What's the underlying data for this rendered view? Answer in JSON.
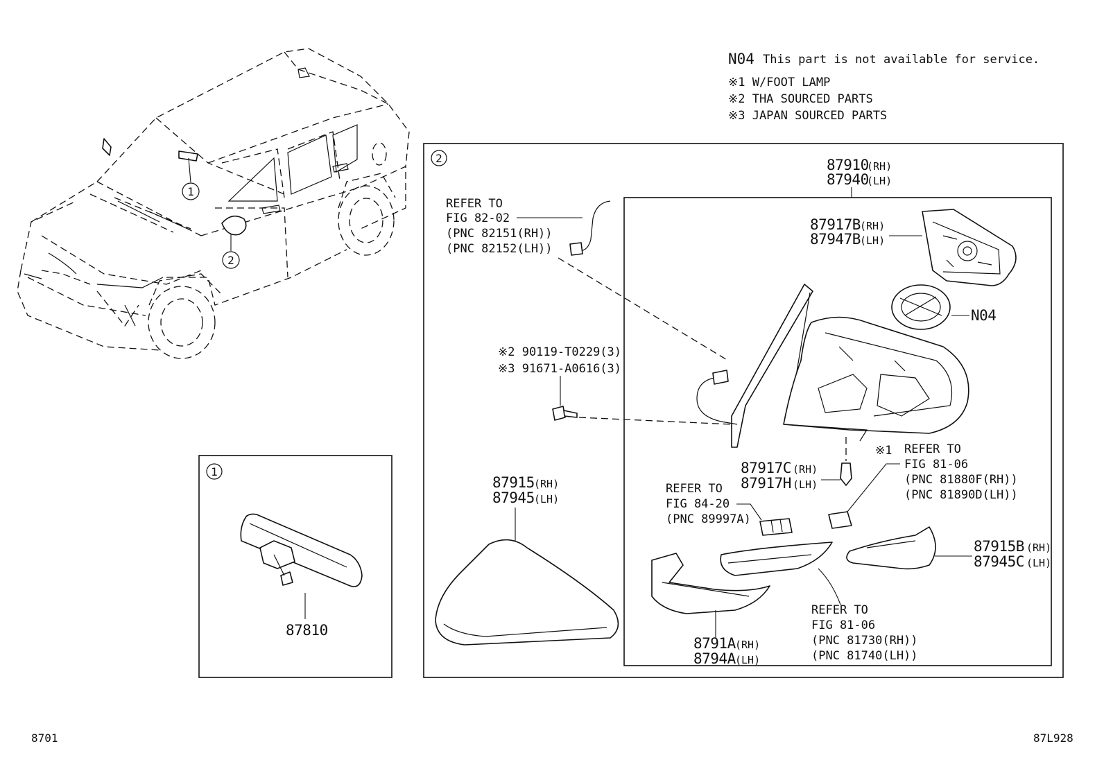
{
  "notes": {
    "n04_code": "N04",
    "n04_text": "This part is not available for service.",
    "foot_lamp": "※1 W/FOOT LAMP",
    "tha": "※2 THA SOURCED PARTS",
    "japan": "※3 JAPAN SOURCED PARTS"
  },
  "callouts": {
    "one": "1",
    "two": "2"
  },
  "inner_mirror": {
    "part_number": "87810"
  },
  "mirror_assembly": {
    "rh": "87910",
    "rh_sfx": "(RH)",
    "lh": "87940",
    "lh_sfx": "(LH)"
  },
  "cover_rear": {
    "rh": "87917B",
    "rh_sfx": "(RH)",
    "lh": "87947B",
    "lh_sfx": "(LH)"
  },
  "actuator": {
    "code": "N04"
  },
  "harness_ref": {
    "line1": "REFER TO",
    "line2": "FIG 82-02",
    "line3": "(PNC 82151(RH))",
    "line4": "(PNC 82152(LH))"
  },
  "screw": {
    "a": "※2 90119-T0229(3)",
    "b": "※3 91671-A0616(3)"
  },
  "screw_small": {
    "rh": "87917C",
    "rh_sfx": "(RH)",
    "lh": "87917H",
    "lh_sfx": "(LH)"
  },
  "foot_lamp_ref": {
    "mark": "※1",
    "line1": "REFER TO",
    "line2": "FIG 81-06",
    "line3": "(PNC 81880F(RH))",
    "line4": "(PNC 81890D(LH))"
  },
  "mirror_cover": {
    "rh": "87915",
    "rh_sfx": "(RH)",
    "lh": "87945",
    "lh_sfx": "(LH)"
  },
  "sensor_ref": {
    "line1": "REFER TO",
    "line2": "FIG 84-20",
    "line3": "(PNC 89997A)"
  },
  "garnish": {
    "rh": "87915B",
    "rh_sfx": "(RH)",
    "lh": "87945C",
    "lh_sfx": "(LH)"
  },
  "turn_lamp_ref": {
    "line1": "REFER TO",
    "line2": "FIG 81-06",
    "line3": "(PNC 81730(RH))",
    "line4": "(PNC 81740(LH))"
  },
  "lower_cover": {
    "rh": "8791A",
    "rh_sfx": "(RH)",
    "lh": "8794A",
    "lh_sfx": "(LH)"
  },
  "footer": {
    "left": "8701",
    "right": "87L928"
  }
}
